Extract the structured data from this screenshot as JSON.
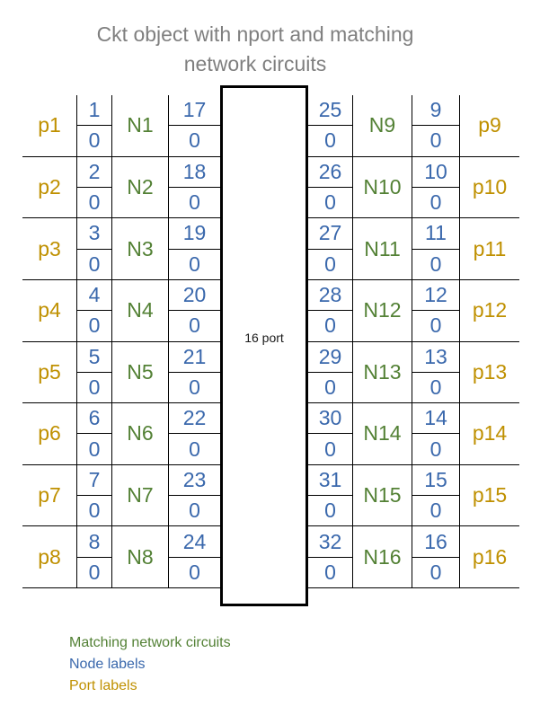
{
  "title": {
    "line1": "Ckt object with nport and matching",
    "line2": "network circuits"
  },
  "center_box": {
    "label": "16 port"
  },
  "left_rows": [
    {
      "port": "p1",
      "node1_top": "1",
      "node1_bot": "0",
      "network": "N1",
      "node2_top": "17",
      "node2_bot": "0"
    },
    {
      "port": "p2",
      "node1_top": "2",
      "node1_bot": "0",
      "network": "N2",
      "node2_top": "18",
      "node2_bot": "0"
    },
    {
      "port": "p3",
      "node1_top": "3",
      "node1_bot": "0",
      "network": "N3",
      "node2_top": "19",
      "node2_bot": "0"
    },
    {
      "port": "p4",
      "node1_top": "4",
      "node1_bot": "0",
      "network": "N4",
      "node2_top": "20",
      "node2_bot": "0"
    },
    {
      "port": "p5",
      "node1_top": "5",
      "node1_bot": "0",
      "network": "N5",
      "node2_top": "21",
      "node2_bot": "0"
    },
    {
      "port": "p6",
      "node1_top": "6",
      "node1_bot": "0",
      "network": "N6",
      "node2_top": "22",
      "node2_bot": "0"
    },
    {
      "port": "p7",
      "node1_top": "7",
      "node1_bot": "0",
      "network": "N7",
      "node2_top": "23",
      "node2_bot": "0"
    },
    {
      "port": "p8",
      "node1_top": "8",
      "node1_bot": "0",
      "network": "N8",
      "node2_top": "24",
      "node2_bot": "0"
    }
  ],
  "right_rows": [
    {
      "node1_top": "25",
      "node1_bot": "0",
      "network": "N9",
      "node2_top": "9",
      "node2_bot": "0",
      "port": "p9"
    },
    {
      "node1_top": "26",
      "node1_bot": "0",
      "network": "N10",
      "node2_top": "10",
      "node2_bot": "0",
      "port": "p10"
    },
    {
      "node1_top": "27",
      "node1_bot": "0",
      "network": "N11",
      "node2_top": "11",
      "node2_bot": "0",
      "port": "p11"
    },
    {
      "node1_top": "28",
      "node1_bot": "0",
      "network": "N12",
      "node2_top": "12",
      "node2_bot": "0",
      "port": "p12"
    },
    {
      "node1_top": "29",
      "node1_bot": "0",
      "network": "N13",
      "node2_top": "13",
      "node2_bot": "0",
      "port": "p13"
    },
    {
      "node1_top": "30",
      "node1_bot": "0",
      "network": "N14",
      "node2_top": "14",
      "node2_bot": "0",
      "port": "p14"
    },
    {
      "node1_top": "31",
      "node1_bot": "0",
      "network": "N15",
      "node2_top": "15",
      "node2_bot": "0",
      "port": "p15"
    },
    {
      "node1_top": "32",
      "node1_bot": "0",
      "network": "N16",
      "node2_top": "16",
      "node2_bot": "0",
      "port": "p16"
    }
  ],
  "legend": {
    "matching": "Matching network circuits",
    "node": "Node labels",
    "port": "Port labels"
  },
  "colors": {
    "node": "#3A68AC",
    "network": "#538135",
    "port": "#BF9000",
    "title": "#7F7F7F",
    "line": "#000000"
  }
}
